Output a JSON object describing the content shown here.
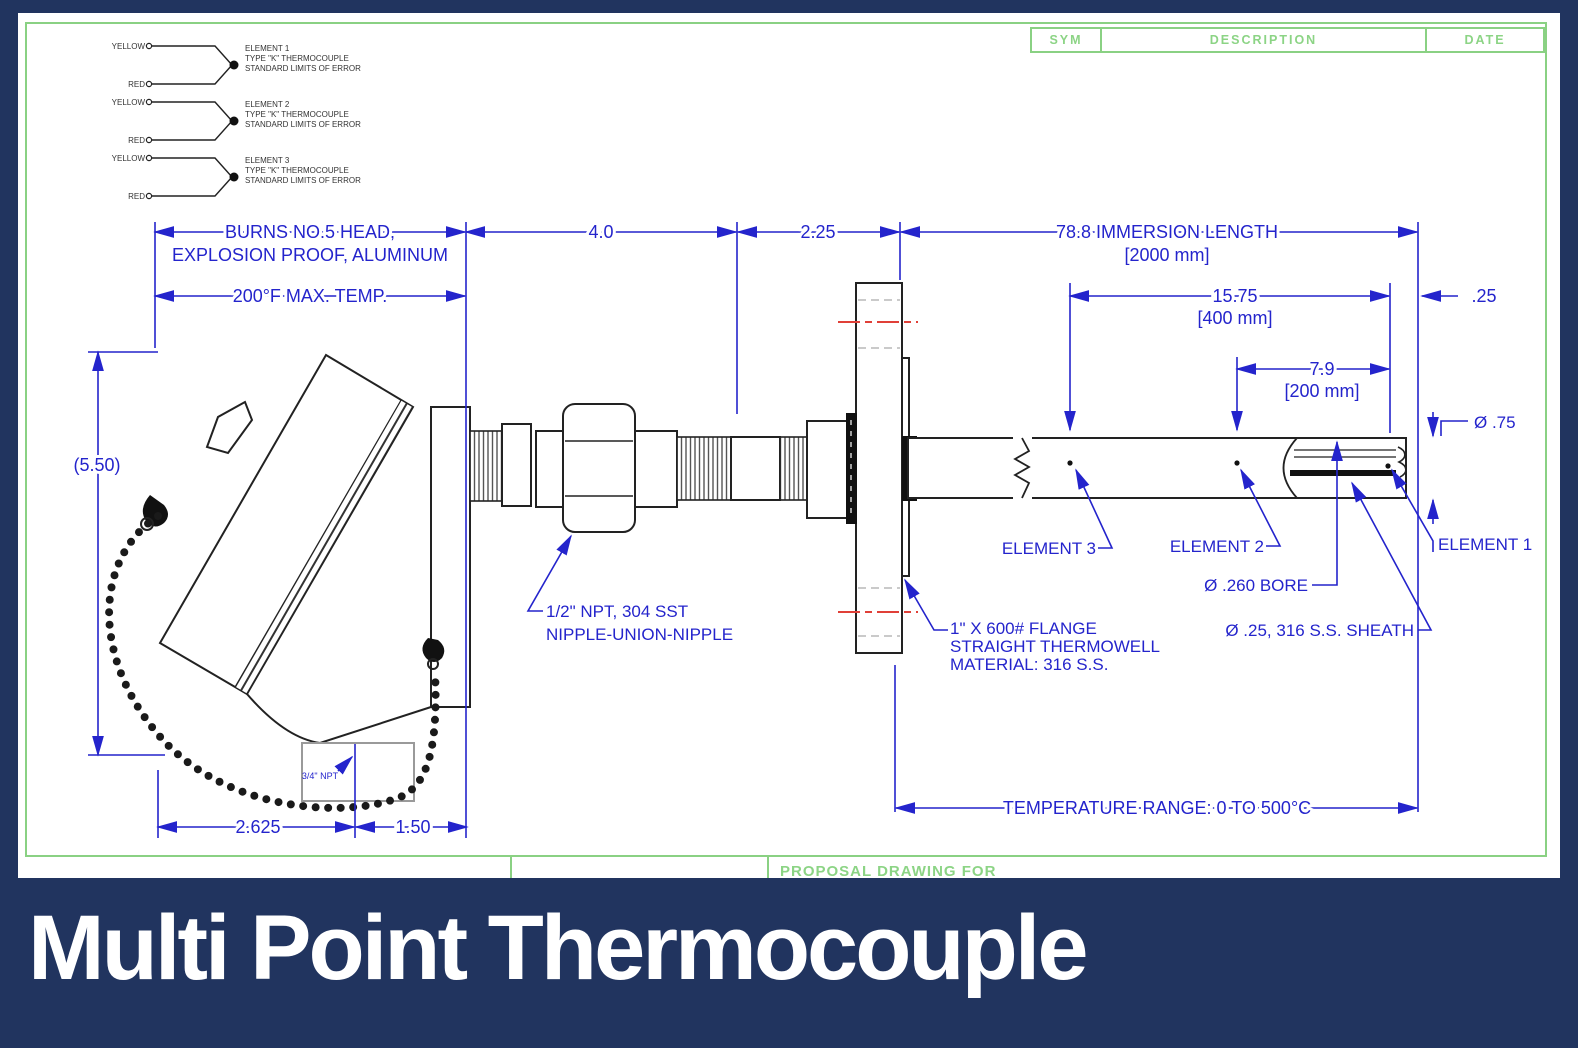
{
  "title_band": {
    "title": "Multi Point Thermocouple"
  },
  "revision_table": {
    "headers": [
      "SYM",
      "DESCRIPTION",
      "DATE"
    ]
  },
  "footer": {
    "partial_text": "PROPOSAL DRAWING FOR"
  },
  "wiring": {
    "elements": [
      {
        "label": "ELEMENT 1",
        "type": "TYPE \"K\" THERMOCOUPLE",
        "limits": "STANDARD LIMITS OF ERROR",
        "pos": "YELLOW",
        "neg": "RED"
      },
      {
        "label": "ELEMENT 2",
        "type": "TYPE \"K\" THERMOCOUPLE",
        "limits": "STANDARD LIMITS OF ERROR",
        "pos": "YELLOW",
        "neg": "RED"
      },
      {
        "label": "ELEMENT 3",
        "type": "TYPE \"K\" THERMOCOUPLE",
        "limits": "STANDARD LIMITS OF ERROR",
        "pos": "YELLOW",
        "neg": "RED"
      }
    ]
  },
  "dimensions": {
    "head_line1": "BURNS NO.5 HEAD,",
    "head_line2": "EXPLOSION PROOF, ALUMINUM",
    "head_temp": "200°F MAX. TEMP.",
    "head_to_union": "4.0",
    "union_to_flange": "2.25",
    "immersion": "78.8 IMMERSION LENGTH",
    "immersion_mm": "[2000 mm]",
    "el3_span": "15.75",
    "el3_span_mm": "[400 mm]",
    "tip_offset": ".25",
    "el2_span": "7.9",
    "el2_span_mm": "[200 mm]",
    "sheath_od": "Ø .75",
    "head_height": "(5.50)",
    "head_width": "2.625",
    "neck_len": "1.50",
    "temp_range": "TEMPERATURE RANGE: 0 TO 500°C",
    "conduit": "3/4\" NPT"
  },
  "annotations": {
    "element1": "ELEMENT 1",
    "element2": "ELEMENT 2",
    "element3": "ELEMENT 3",
    "bore": "Ø .260 BORE",
    "sheath": "Ø .25, 316 S.S. SHEATH",
    "nipple_line1": "1/2\" NPT, 304 SST",
    "nipple_line2": "NIPPLE-UNION-NIPPLE",
    "flange_line1": "1\" X 600# FLANGE",
    "flange_line2": "STRAIGHT THERMOWELL",
    "flange_line3": "MATERIAL:  316 S.S."
  },
  "colors": {
    "dimension_blue": "#2424cc",
    "border_green": "#8ad183",
    "centerline_red": "#e04038",
    "band_navy": "#21345f"
  }
}
